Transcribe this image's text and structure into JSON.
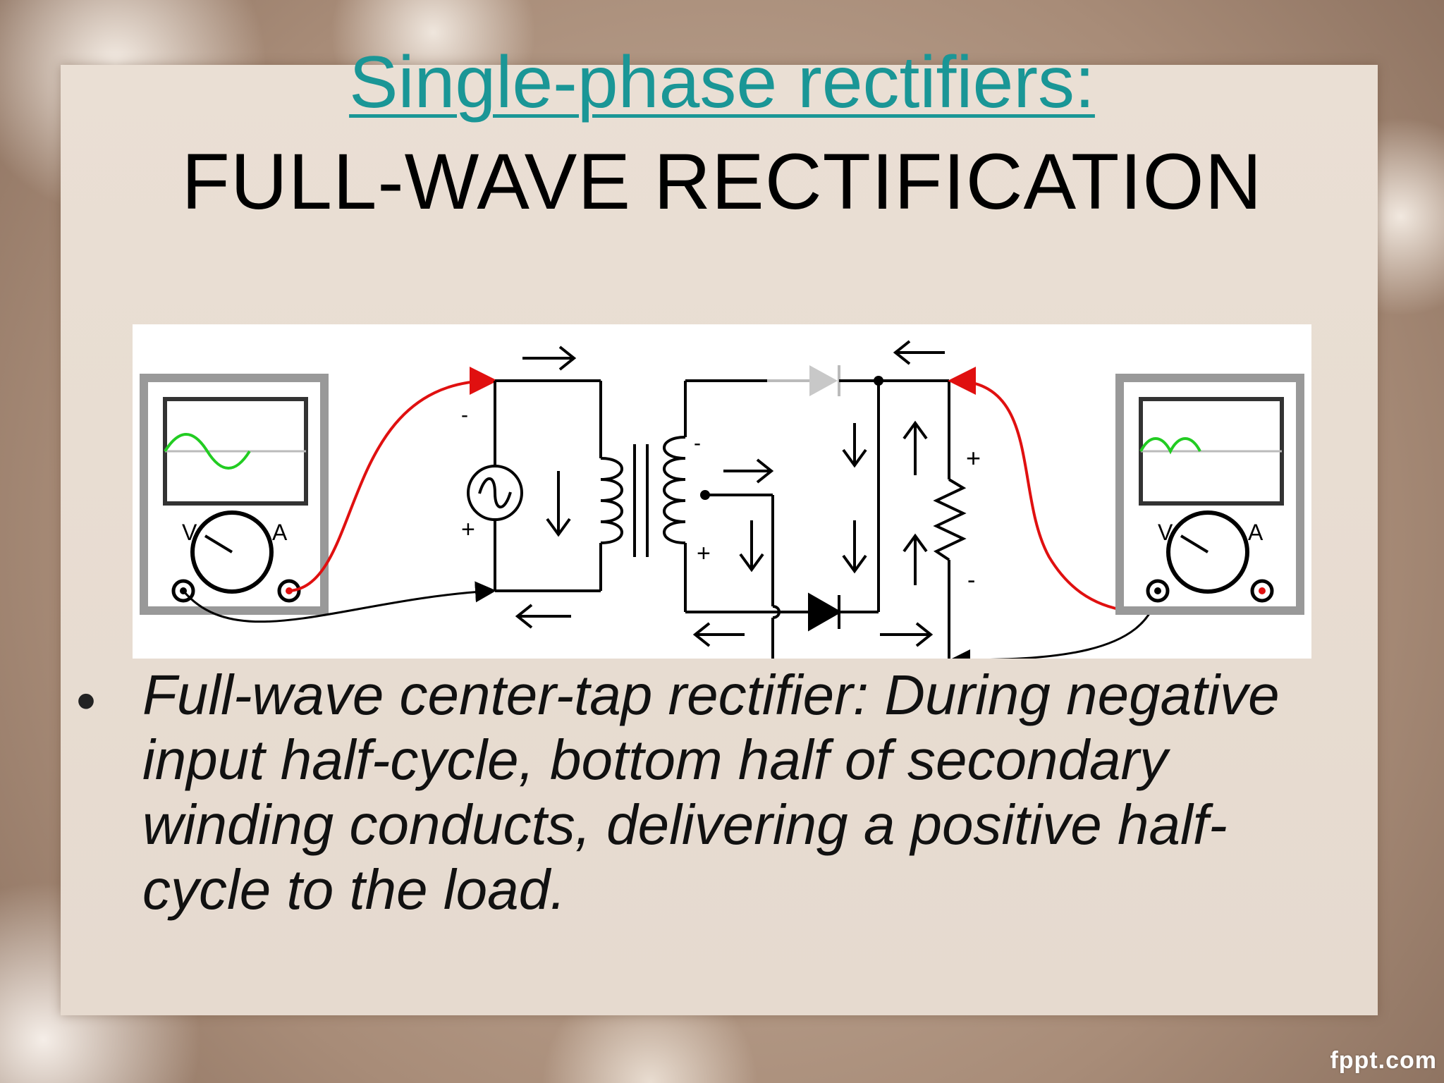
{
  "slide": {
    "title_link": "Single-phase rectifiers:",
    "subtitle": "FULL-WAVE RECTIFICATION",
    "bullet": "Full-wave center-tap rectifier: During negative input half-cycle, bottom half of secondary winding conducts, delivering a positive half-cycle to the load."
  },
  "diagram": {
    "left_meter_labels": {
      "v": "V",
      "a": "A"
    },
    "right_meter_labels": {
      "v": "V",
      "a": "A"
    },
    "signs": {
      "source_top": "-",
      "source_bottom": "+",
      "secondary_top": "-",
      "secondary_bottom": "+",
      "load_top": "+",
      "load_bottom": "-"
    }
  },
  "footer": {
    "brand": "fppt.com"
  },
  "colors": {
    "title_accent": "#1a9696",
    "probe_red": "#e01010",
    "trace_green": "#22cc22"
  }
}
